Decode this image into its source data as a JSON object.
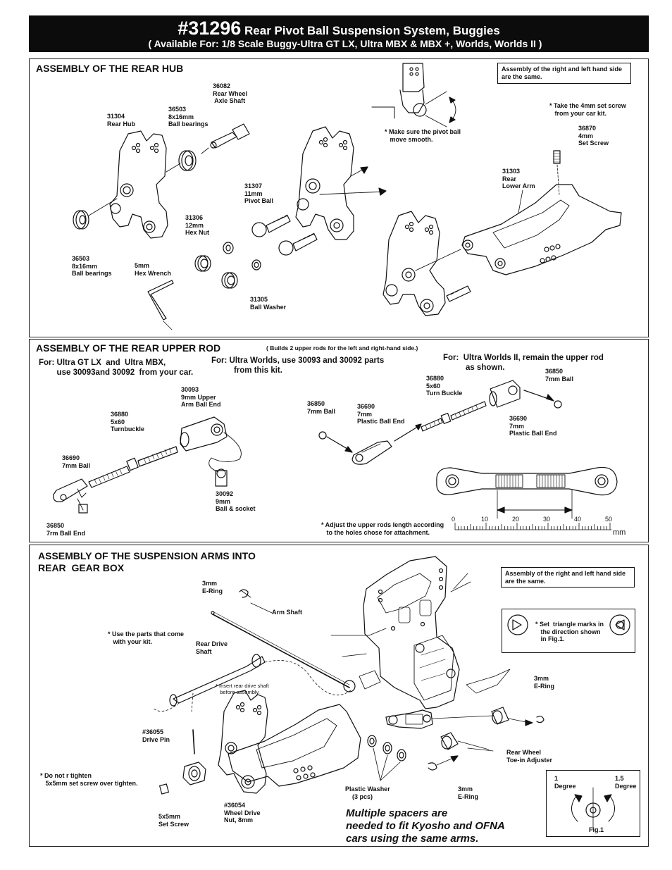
{
  "header": {
    "part_number": "#31296",
    "title": " Rear Pivot Ball Suspension System, Buggies",
    "availability": "( Available For: 1/8 Scale Buggy-Ultra GT LX, Ultra MBX & MBX +, Worlds, Worlds II  )"
  },
  "hub_section": {
    "title": "ASSEMBLY OF THE REAR HUB",
    "note_box": "Assembly of the right and left hand side\nare the same.",
    "labels": {
      "axle_shaft": "36082\nRear Wheel\n Axle Shaft",
      "bearings_top": "36503\n8x16mm\nBall bearings",
      "rear_hub": "31304\nRear Hub",
      "bearings_bottom": "36503\n8x16mm\nBall bearings",
      "hex_wrench": "5mm\nHex Wrench",
      "hex_nut": "31306\n12mm\nHex Nut",
      "pivot_ball": "31307\n11mm\nPivot Ball",
      "ball_washer": "31305\nBall Washer",
      "pivot_note": "* Make sure the pivot ball\n   move smooth.",
      "set_screw_note": "* Take the 4mm set screw\n   from your car kit.",
      "set_screw": "36870\n4mm\nSet Screw",
      "lower_arm": "31303\nRear\nLower Arm"
    }
  },
  "rod_section": {
    "title": "ASSEMBLY OF THE REAR UPPER ROD",
    "subtitle": "( Builds 2 upper rods for the left and right-hand side.)",
    "for_gt": "For: Ultra GT LX  and  Ultra MBX,\n        use 30093and 30092  from your car.",
    "for_worlds": "For: Ultra Worlds, use 30093 and 30092 parts\n          from this kit.",
    "for_worlds2": "For:  Ultra Worlds II, remain the upper rod\n          as shown.",
    "labels": {
      "ball_end_upper": "30093\n9mm Upper\nArm Ball End",
      "turnbuckle_left": "36880\n5x60\nTurnbuckle",
      "ball_7mm_left": "36690\n7mm Ball",
      "ball_end_7mm": "36850\n7rm Ball End",
      "ball_socket": "30092\n9mm\nBall & socket",
      "ball_7mm_mid": "36850\n7mm Ball",
      "plastic_end_mid": "36690\n7mm\nPlastic Ball End",
      "turn_buckle_right": "36880\n5x60\nTurn Buckle",
      "ball_7mm_right": "36850\n7mm Ball",
      "plastic_end_right": "36690\n7mm\nPlastic Ball End"
    },
    "adjust_note": "* Adjust the upper rods length according\n   to the holes chose for attachment.",
    "ruler_ticks": [
      "0",
      "10",
      "20",
      "30",
      "40",
      "50"
    ],
    "ruler_unit": "mm"
  },
  "gearbox_section": {
    "title": "ASSEMBLY OF THE SUSPENSION ARMS INTO\nREAR  GEAR BOX",
    "note_box": "Assembly of the right and left hand side\nare the same.",
    "labels": {
      "e_ring_top": "3mm\nE-Ring",
      "arm_shaft": "Arm Shaft",
      "use_parts": "* Use the parts that come\n   with your kit.",
      "drive_shaft": "Rear Drive\nShaft",
      "insert_note": "* Insert rear drive shaft\n   before assembly.",
      "drive_pin": "#36055\nDrive Pin",
      "do_not_tighten": "* Do not r tighten\n   5x5mm set screw over tighten.",
      "set_screw": "5x5mm\nSet Screw",
      "wheel_nut": "#36054\nWheel Drive\nNut, 8mm",
      "plastic_washer": "Plastic Washer\n    (3 pcs)",
      "e_ring_bottom": "3mm\nE-Ring",
      "toe_in": "Rear Wheel\nToe-in Adjuster",
      "e_ring_right": "3mm\nE-Ring",
      "triangle_note": "* Set  triangle marks in\n   the direction shown\n   in Fig.1.",
      "degree_1": "1\nDegree",
      "degree_15": "1.5\nDegree",
      "fig": "Fig.1"
    },
    "spacer_note": "Multiple spacers are\nneeded to fit Kyosho and OFNA\ncars using the same arms."
  }
}
